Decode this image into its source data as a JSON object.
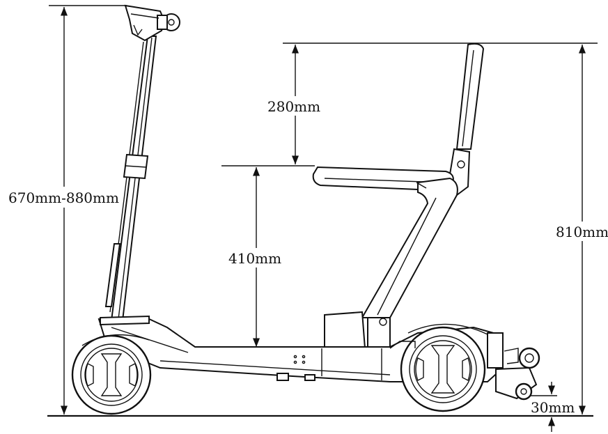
{
  "dimensions": {
    "handlebar_height": "670mm-880mm",
    "backrest_height": "280mm",
    "seat_height": "410mm",
    "overall_height": "810mm",
    "ground_clearance": "30mm"
  },
  "colors": {
    "line": "#111111",
    "background": "#ffffff"
  }
}
